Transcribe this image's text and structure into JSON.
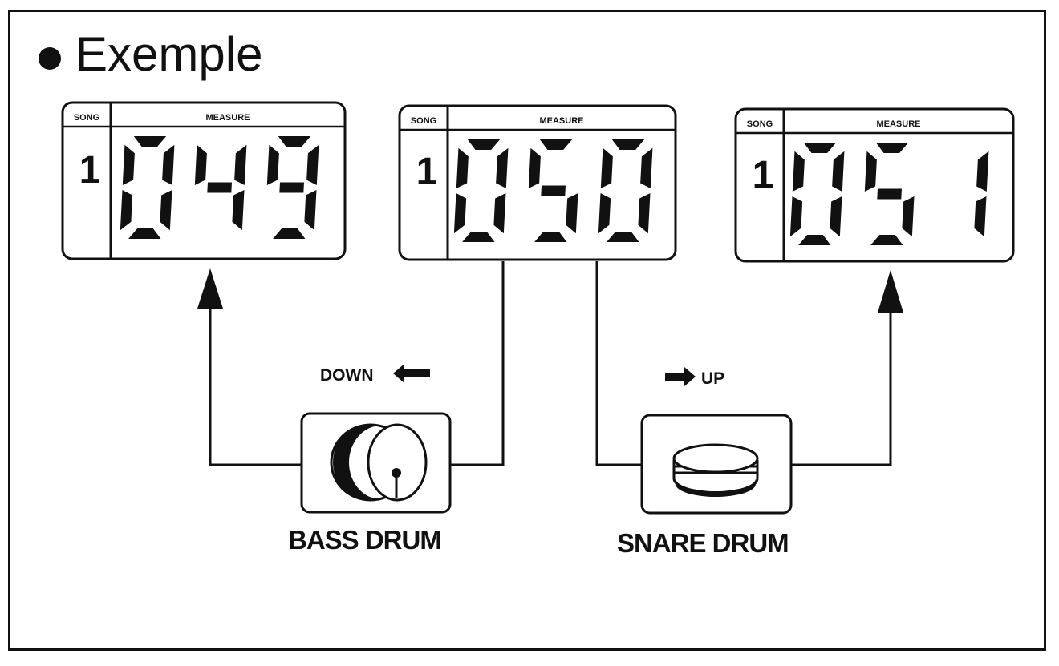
{
  "title": "Exemple",
  "displays": [
    {
      "song_label": "SONG",
      "measure_label": "MEASURE",
      "song_value": "1",
      "digits": "049"
    },
    {
      "song_label": "SONG",
      "measure_label": "MEASURE",
      "song_value": "1",
      "digits": "050"
    },
    {
      "song_label": "SONG",
      "measure_label": "MEASURE",
      "song_value": "1",
      "digits": "051"
    }
  ],
  "controls": {
    "down_label": "DOWN",
    "up_label": "UP",
    "bass_drum_label": "BASS DRUM",
    "snare_drum_label": "SNARE DRUM"
  },
  "icons": {
    "bass_drum": "bass-drum-icon",
    "snare_drum": "snare-drum-icon",
    "down_arrow": "arrow-left-icon",
    "up_arrow": "arrow-right-icon"
  },
  "colors": {
    "ink": "#111111",
    "paper": "#ffffff"
  }
}
